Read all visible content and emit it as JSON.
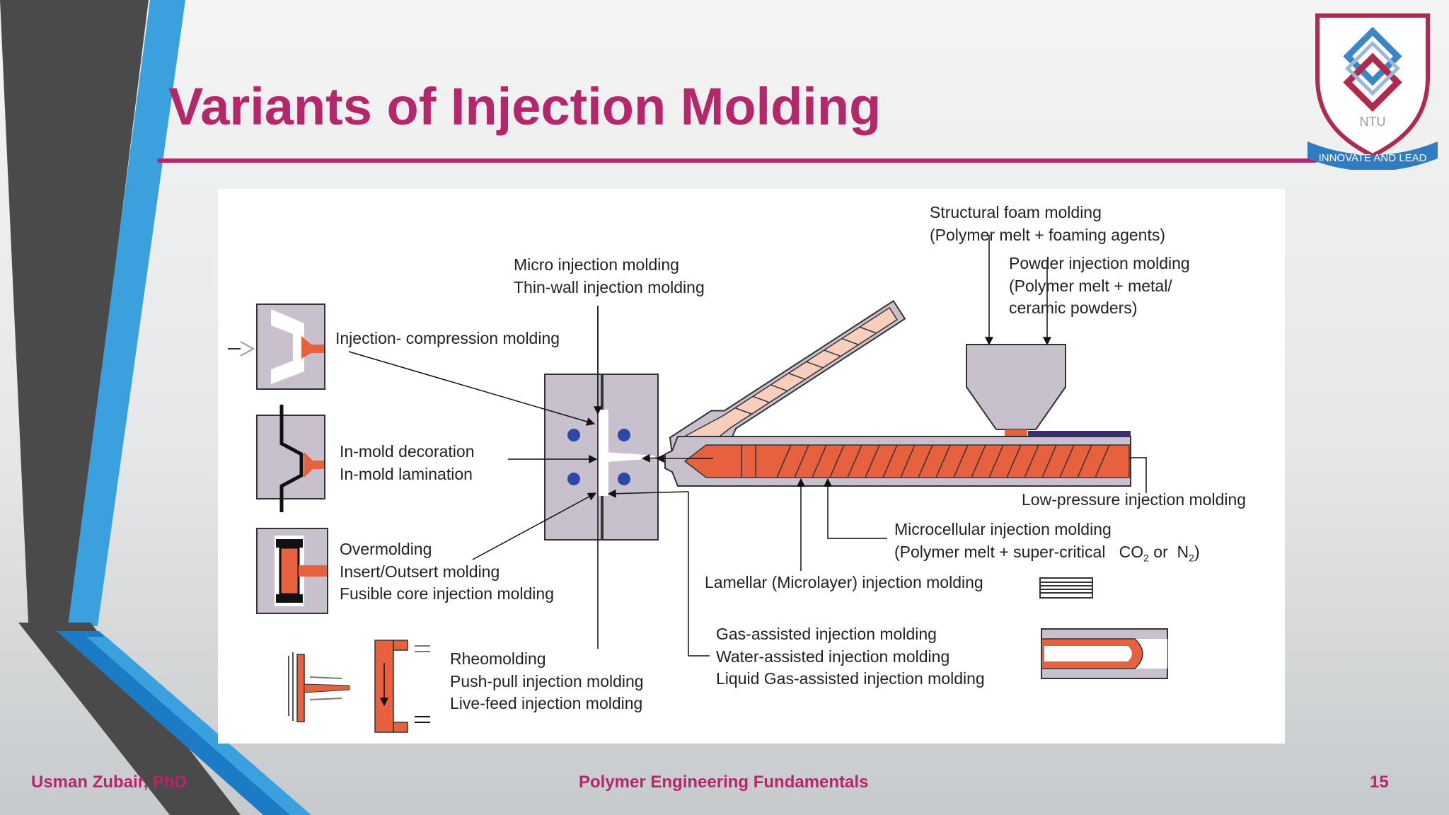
{
  "slide": {
    "title": "Variants of Injection Molding",
    "page_number": "15"
  },
  "logo": {
    "abbr": "NTU",
    "motto": "INNOVATE AND LEAD"
  },
  "footer": {
    "author": "Usman Zubair, PhD",
    "course": "Polymer Engineering Fundamentals"
  },
  "diagram": {
    "labels": {
      "structural_foam": [
        "Structural foam molding",
        "(Polymer melt + foaming agents)"
      ],
      "micro": [
        "Micro injection molding",
        "Thin-wall injection molding"
      ],
      "powder": [
        "Powder injection molding",
        "(Polymer melt + metal/",
        "ceramic powders)"
      ],
      "injection_compression": [
        "Injection- compression molding"
      ],
      "in_mold": [
        "In-mold decoration",
        "In-mold lamination"
      ],
      "low_pressure": [
        "Low-pressure injection molding"
      ],
      "microcellular_1": "Microcellular injection molding",
      "microcellular_2_prefix": "(Polymer melt + super-critical",
      "co2": "CO",
      "co2_sub": "2",
      "or": "or",
      "n2": "N",
      "n2_sub": "2",
      "close_paren": ")",
      "overmolding": [
        "Overmolding",
        "Insert/Outsert molding",
        "Fusible core injection molding"
      ],
      "lamellar": [
        "Lamellar (Microlayer) injection molding"
      ],
      "gas_assisted": [
        "Gas-assisted injection molding",
        "Water-assisted injection molding",
        "Liquid Gas-assisted injection molding"
      ],
      "rheomolding": [
        "Rheomolding",
        "Push-pull injection molding",
        "Live-feed injection molding"
      ]
    }
  },
  "colors": {
    "accent": "#b5266b",
    "melt": "#e8613f",
    "mold_gray": "#c8c0cc",
    "blue_dot": "#2c4aa5"
  }
}
